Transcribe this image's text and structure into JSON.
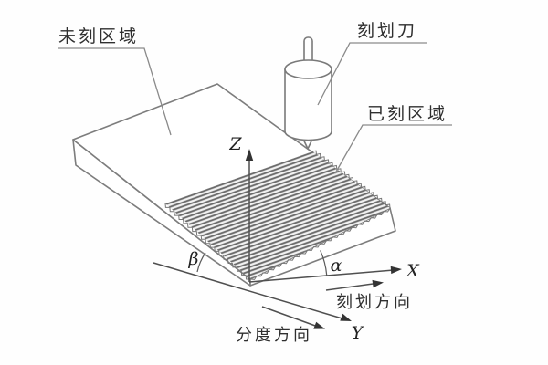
{
  "diagram": {
    "title_context": "grating-ruling-schematic",
    "labels": {
      "unruled_area": "未刻区域",
      "scribing_tool": "刻划刀",
      "ruled_area": "已刻区域",
      "axis_z": "Z",
      "axis_x": "X",
      "axis_y": "Y",
      "angle_alpha": "α",
      "angle_beta": "β",
      "scribing_direction": "刻划方向",
      "indexing_direction": "分度方向"
    },
    "colors": {
      "background": "#fefefe",
      "outline": "#7d7d7d",
      "axis": "#4f4f4f",
      "stripe": "#6a6a6a",
      "text": "#2f2f2f"
    }
  }
}
